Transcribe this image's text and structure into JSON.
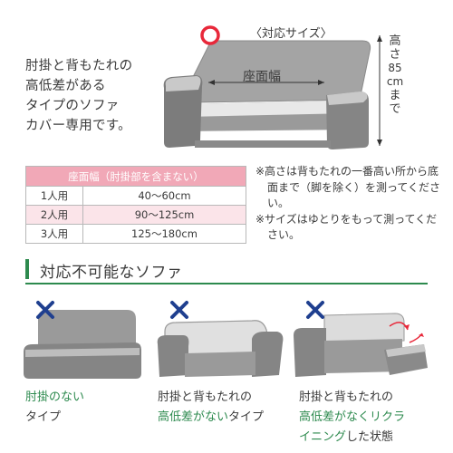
{
  "intro_lines": [
    "肘掛と背もたれの",
    "高低差がある",
    "タイプのソファ",
    "カバー専用です。"
  ],
  "size_caption": "〈対応サイズ〉",
  "height_label": [
    "高",
    "さ",
    "85",
    "cm",
    "ま",
    "で"
  ],
  "width_label": "座面幅",
  "size_table": {
    "header": "座面幅（肘掛部を含まない）",
    "rows": [
      {
        "seats": "1人用",
        "range": "40〜60cm"
      },
      {
        "seats": "2人用",
        "range": "90〜125cm"
      },
      {
        "seats": "3人用",
        "range": "125〜180cm"
      }
    ]
  },
  "notes": [
    "※高さは背もたれの一番高い所から底面まで（脚を除く）を測ってください。",
    "※サイズはゆとりをもって測ってください。"
  ],
  "section_title": "対応不可能なソファ",
  "incompatible": [
    {
      "line1_green": "肘掛のない",
      "line1_rest": "",
      "line2_green": "",
      "line2_rest": "タイプ"
    },
    {
      "line1_green": "",
      "line1_rest": "肘掛と背もたれの",
      "line2_green": "高低差がない",
      "line2_rest": "タイプ"
    },
    {
      "line1_green": "",
      "line1_rest": "肘掛と背もたれの",
      "line2_green": "高低差がなくリクラ",
      "line2_rest": "",
      "line3_green": "イニング",
      "line3_rest": "した状態"
    }
  ],
  "colors": {
    "accent_green": "#2d8a4e",
    "table_header_pink": "#f1a8b7",
    "table_alt_pink": "#fbe4e9",
    "circle_red": "#e8283a",
    "cross_navy": "#1f3f8f",
    "sofa_gray": "#8c8c8c"
  }
}
